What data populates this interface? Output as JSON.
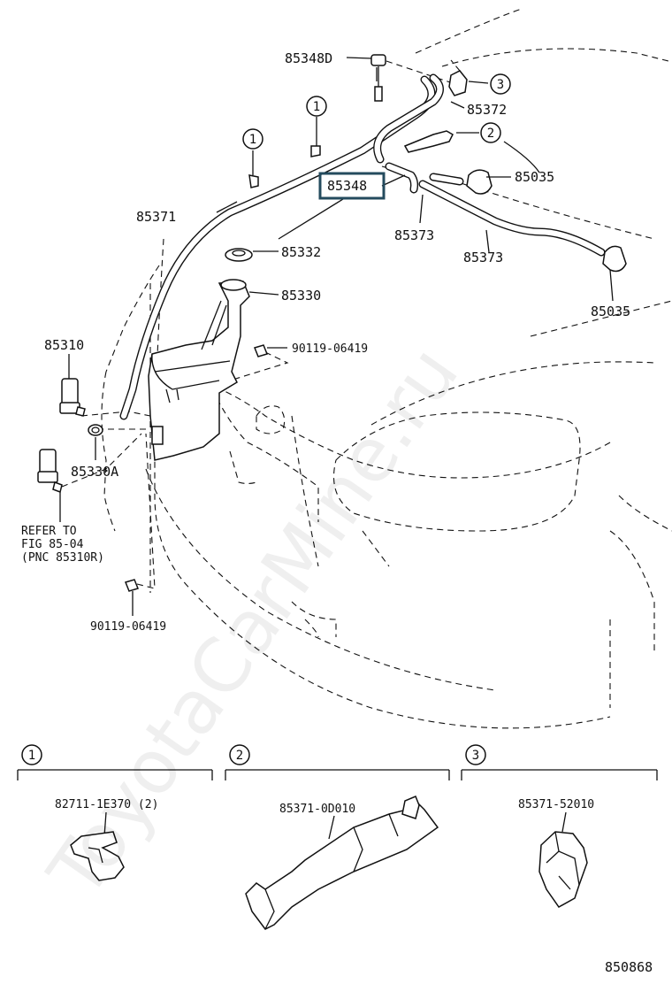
{
  "labels": {
    "p85348D": "85348D",
    "p85372": "85372",
    "p85035_top": "85035",
    "p85348": "85348",
    "p85373_a": "85373",
    "p85373_b": "85373",
    "p85371": "85371",
    "p85332": "85332",
    "p85330": "85330",
    "p85035_right": "85035",
    "p85310": "85310",
    "bolt_upper": "90119-06419",
    "p85330A": "85330A",
    "refer_line1": "REFER TO",
    "refer_line2": "FIG 85-04",
    "refer_line3": "(PNC 85310R)",
    "bolt_lower": "90119-06419"
  },
  "callouts": {
    "c1": "1",
    "c2": "2",
    "c3": "3"
  },
  "panels": [
    {
      "num": "1",
      "part": "82711-1E370 (2)"
    },
    {
      "num": "2",
      "part": "85371-0D010"
    },
    {
      "num": "3",
      "part": "85371-52010"
    }
  ],
  "figure_number": "850868",
  "watermark": "ToyotaCarMine.ru"
}
